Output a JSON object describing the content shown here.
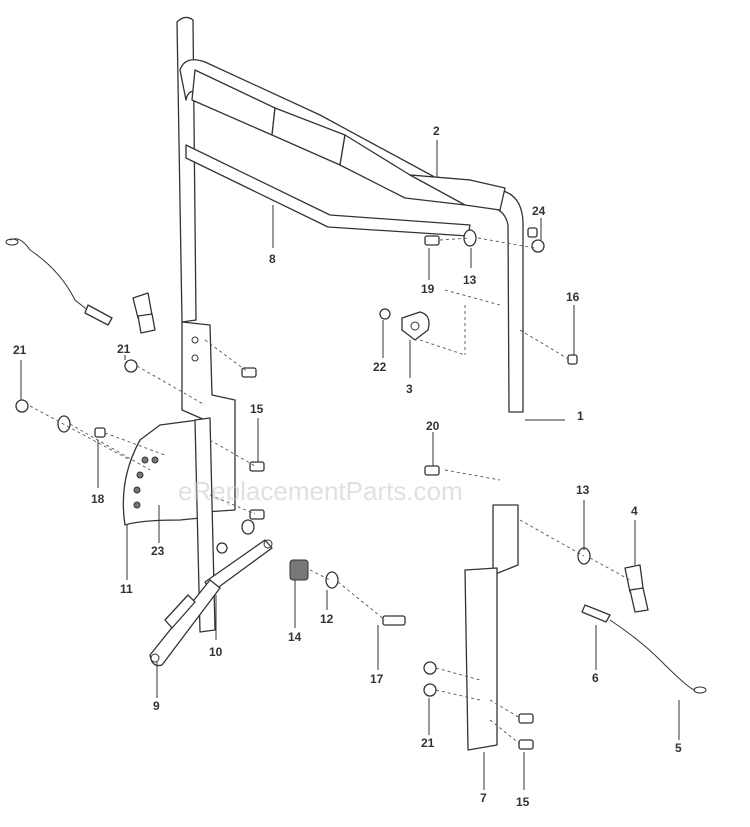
{
  "watermark": "eReplacementParts.com",
  "callouts": {
    "c1": "1",
    "c2": "2",
    "c3": "3",
    "c4": "4",
    "c5": "5",
    "c6": "6",
    "c7": "7",
    "c8": "8",
    "c9": "9",
    "c10": "10",
    "c11": "11",
    "c12": "12",
    "c13a": "13",
    "c13b": "13",
    "c14": "14",
    "c15a": "15",
    "c15b": "15",
    "c16": "16",
    "c17": "17",
    "c18": "18",
    "c19": "19",
    "c20": "20",
    "c21a": "21",
    "c21b": "21",
    "c21c": "21",
    "c22": "22",
    "c23": "23",
    "c24": "24"
  }
}
